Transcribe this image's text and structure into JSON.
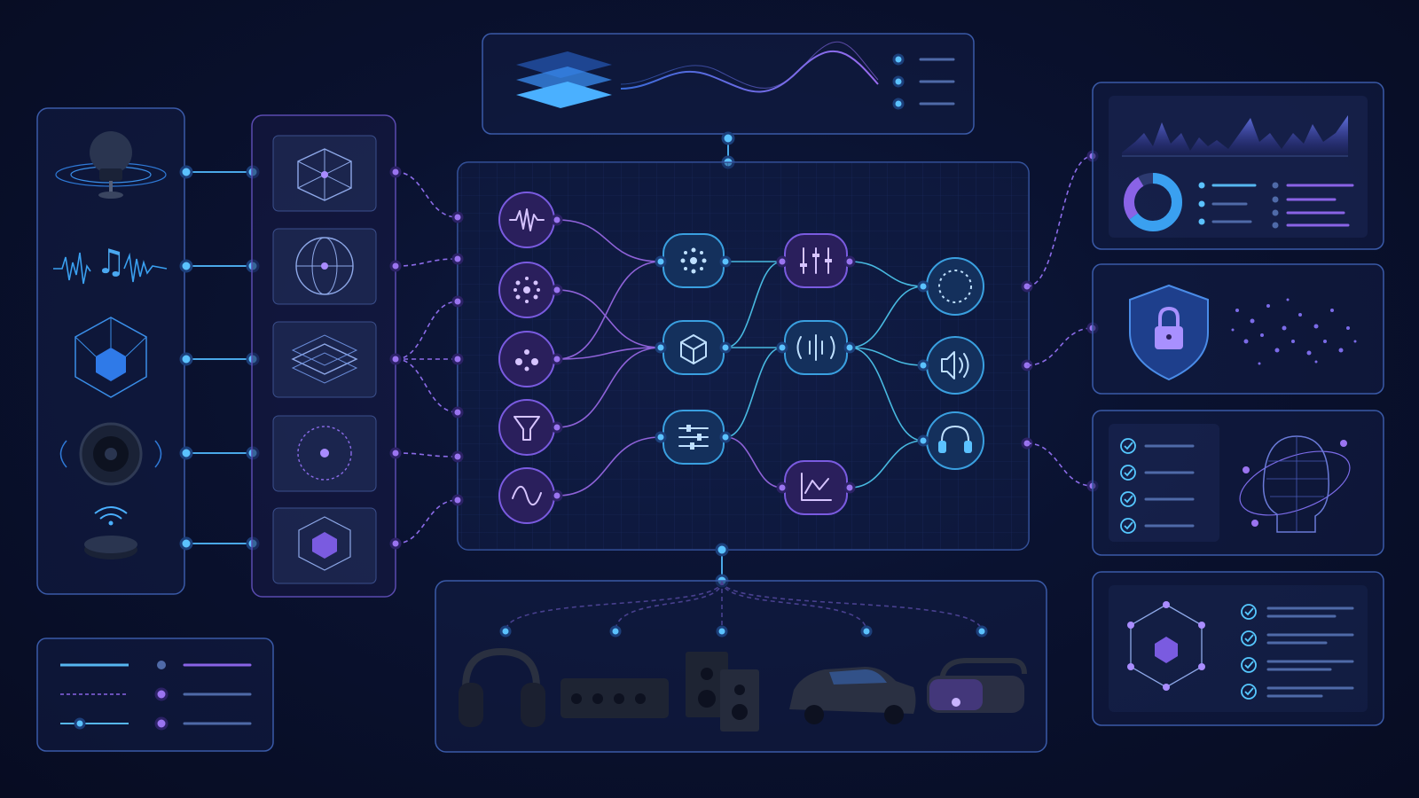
{
  "diagram": {
    "theme": {
      "background": "#0a1230",
      "accent_blue": "#5bc2ff",
      "accent_purple": "#9a74f0"
    },
    "input_sources": [
      "microphone-icon",
      "music-waveform-icon",
      "cube-icon",
      "speaker-icon",
      "wireless-hub-icon"
    ],
    "encoders": [
      "network-cube-icon",
      "globe-sphere-icon",
      "layers-icon",
      "orbit-dot-icon",
      "hex-cube-icon"
    ],
    "processing_nodes_col1": [
      "waveform-icon",
      "dots-cluster-icon",
      "scatter-icon",
      "filter-icon",
      "sine-icon"
    ],
    "processing_nodes_col2": [
      "radial-dots-icon",
      "cube-3d-icon",
      "sliders-icon"
    ],
    "processing_nodes_col3": [
      "equalizer-icon",
      "spatial-audio-icon",
      "graph-icon"
    ],
    "output_nodes": [
      "ring-icon",
      "volume-icon",
      "headphones-icon"
    ],
    "playback_devices": [
      "headphones-device",
      "soundbar-device",
      "bookshelf-speakers-device",
      "car-device",
      "vr-headset-device"
    ],
    "right_panels": [
      "analytics-dashboard",
      "security-shield",
      "checklist-face-scan",
      "checklist-network"
    ]
  }
}
